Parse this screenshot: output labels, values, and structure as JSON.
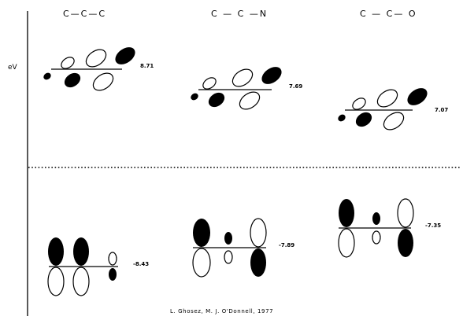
{
  "axis": {
    "unit_label": "eV"
  },
  "columns": [
    {
      "title": "C—C—C",
      "upper_energy": "8.71",
      "lower_energy": "-8.43"
    },
    {
      "title": "C — C —N",
      "upper_energy": "7.69",
      "lower_energy": "-7.89"
    },
    {
      "title": "C — C— O",
      "upper_energy": "7.07",
      "lower_energy": "-7.35"
    }
  ],
  "credit": "L. Ghosez, M. J. O'Donnell, 1977",
  "colors": {
    "ink": "#000000",
    "background": "#ffffff"
  }
}
